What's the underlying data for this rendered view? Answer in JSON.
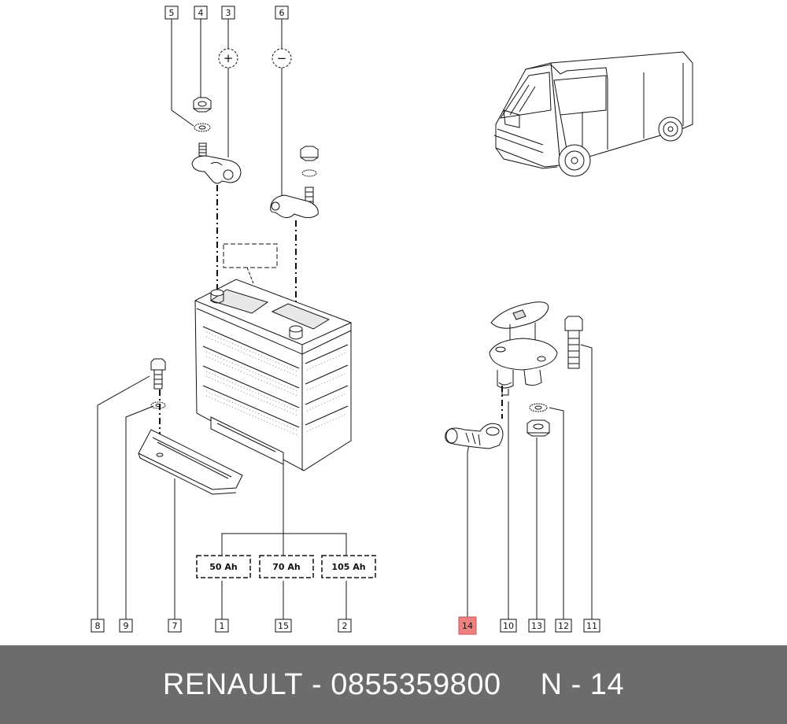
{
  "callouts": [
    {
      "label": "5"
    },
    {
      "label": "4"
    },
    {
      "label": "3"
    },
    {
      "label": "6"
    },
    {
      "label": "8"
    },
    {
      "label": "9"
    },
    {
      "label": "7"
    },
    {
      "label": "1"
    },
    {
      "label": "15"
    },
    {
      "label": "2"
    },
    {
      "label": "14"
    },
    {
      "label": "10"
    },
    {
      "label": "13"
    },
    {
      "label": "12"
    },
    {
      "label": "11"
    }
  ],
  "capacity_options": [
    {
      "label": "50 Ah"
    },
    {
      "label": "70 Ah"
    },
    {
      "label": "105 Ah"
    }
  ],
  "terminal_signs": {
    "positive": "+",
    "negative": "−"
  },
  "highlight": {
    "part": "14",
    "color": "#ef8080"
  },
  "footer": {
    "brand": "RENAULT",
    "separator": "-",
    "part_number": "0855359800",
    "diagram_ref": "N - 14"
  }
}
